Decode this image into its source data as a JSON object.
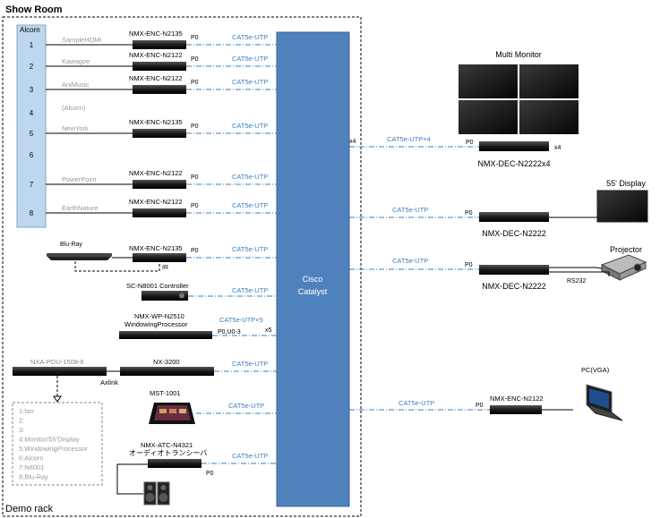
{
  "title": "Show Room",
  "rack_label": "Demo rack",
  "switch": {
    "line1": "Cisco",
    "line2": "Catalyst"
  },
  "alcorn": {
    "title": "Alcorn",
    "slots": [
      {
        "num": "1",
        "label": "SampleHDMI"
      },
      {
        "num": "2",
        "label": "Kawagoe"
      },
      {
        "num": "3",
        "label": "AniMusic"
      },
      {
        "num": "4",
        "label": "(Alcorn)"
      },
      {
        "num": "5",
        "label": "NewYork"
      },
      {
        "num": "6",
        "label": ""
      },
      {
        "num": "7",
        "label": "PowerPoint"
      },
      {
        "num": "8",
        "label": "EarthNature"
      }
    ]
  },
  "encoders": [
    {
      "model": "NMX-ENC-N2135",
      "port": "P0",
      "cable": "CAT5e-UTP"
    },
    {
      "model": "NMX-ENC-N2122",
      "port": "P0",
      "cable": "CAT5e-UTP"
    },
    {
      "model": "NMX-ENC-N2122",
      "port": "P0",
      "cable": "CAT5e-UTP"
    },
    {
      "model": "NMX-ENC-N2135",
      "port": "P0",
      "cable": "CAT5e-UTP"
    },
    {
      "model": "NMX-ENC-N2122",
      "port": "P0",
      "cable": "CAT5e-UTP"
    },
    {
      "model": "NMX-ENC-N2122",
      "port": "P0",
      "cable": "CAT5e-UTP"
    }
  ],
  "bluray": {
    "label": "Blu-Ray",
    "model": "NMX-ENC-N2135",
    "port": "P0",
    "ir": "IR",
    "cable": "CAT5e-UTP"
  },
  "controller": {
    "model": "SC-N8001 Controller",
    "cable": "CAT5e-UTP"
  },
  "windowing": {
    "model": "NMX-WP-N2510",
    "name": "WindowingProcessor",
    "port": "P0,U0-3",
    "mult": "x5",
    "cable": "CAT5e-UTP×5"
  },
  "pdu": {
    "model": "NXA-PDU-1508-8",
    "axlink": "Axlink"
  },
  "nx": {
    "model": "NX-3200",
    "cable": "CAT5e-UTP"
  },
  "mst": {
    "model": "MST-1001",
    "cable": "CAT5e-UTP"
  },
  "atc": {
    "model": "NMX-ATC-N4321",
    "jp": "オーディオトランシーバ",
    "port": "P0",
    "cable": "CAT5e-UTP"
  },
  "outlets": [
    "1:fan",
    "2:",
    "3:",
    "4:Monitor/55'Display",
    "5:WindowingProcessor",
    "6:Alcorn",
    "7:N8001",
    "8:Blu-Ray"
  ],
  "multi_monitor": {
    "title": "Multi Monitor",
    "mult_left": "x4",
    "cable": "CAT5e-UTP×4",
    "port": "P0",
    "mult_right": "x4",
    "model": "NMX-DEC-N2222x4"
  },
  "display55": {
    "title": "55' Display",
    "cable": "CAT5e-UTP",
    "port": "P0",
    "model": "NMX-DEC-N2222"
  },
  "projector": {
    "title": "Projector",
    "cable": "CAT5e-UTP",
    "port": "P0",
    "model": "NMX-DEC-N2222",
    "serial": "RS232"
  },
  "pc": {
    "title": "PC(VGA)",
    "cable": "CAT5e-UTP",
    "port": "P0",
    "model": "NMX-ENC-N2122"
  },
  "colors": {
    "switch": "#4f81bd",
    "alcorn": "#bdd7ee",
    "cable": "#3a7fc1"
  }
}
